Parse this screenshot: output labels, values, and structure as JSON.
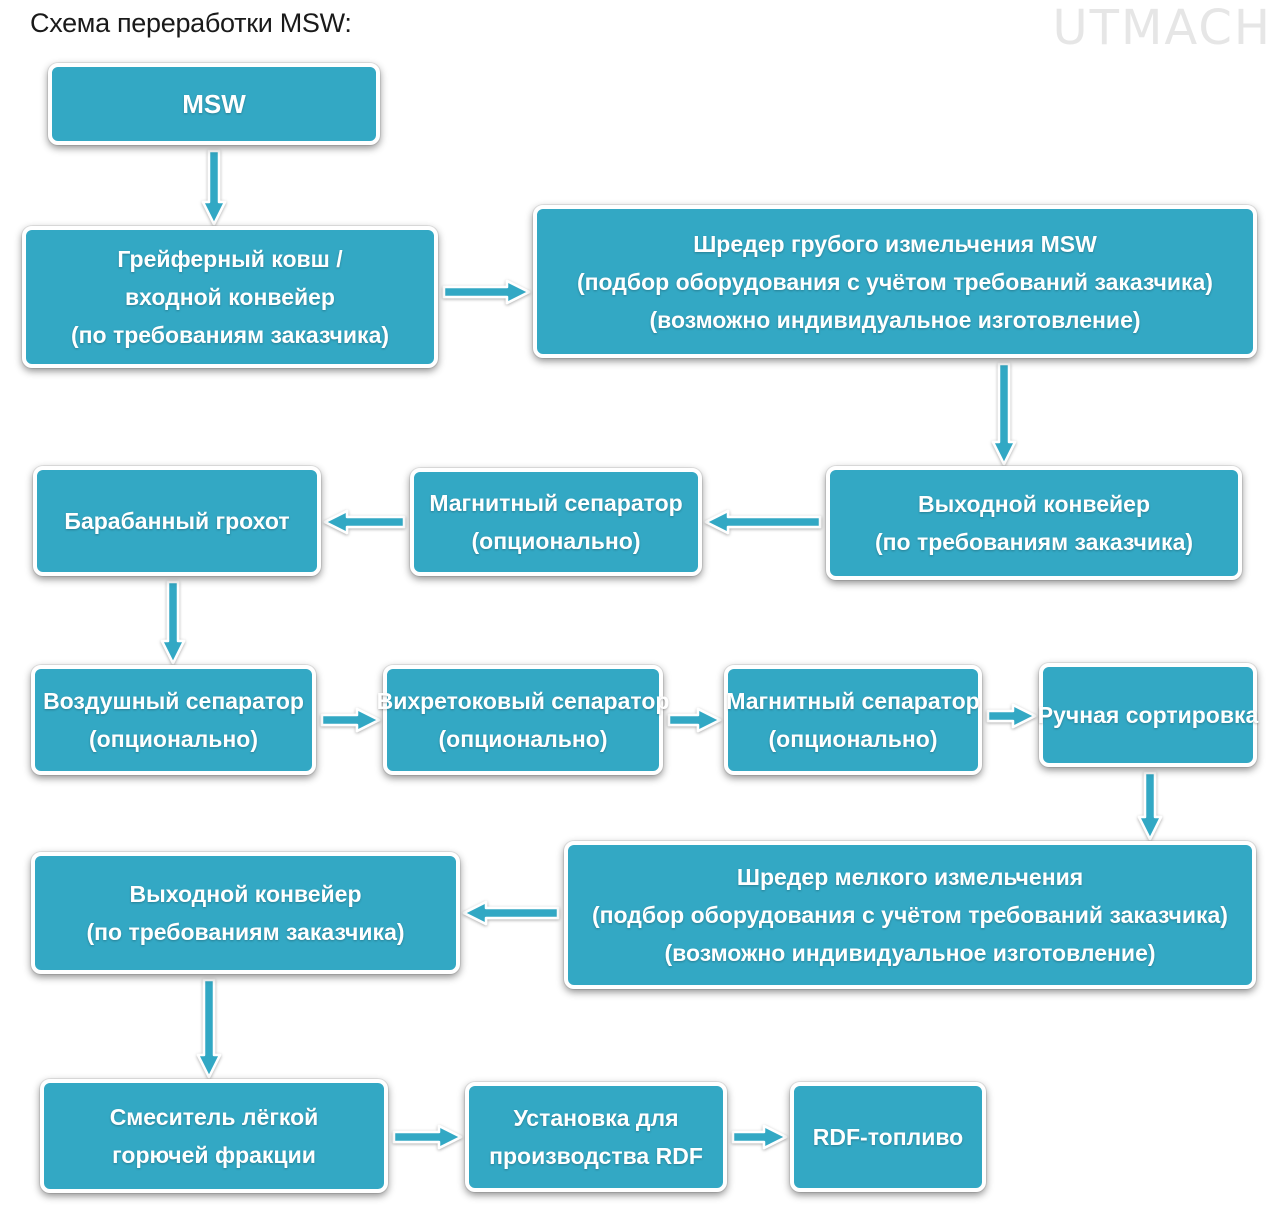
{
  "title": "Схема переработки MSW:",
  "watermark": "UTMACH",
  "colors": {
    "box_fill": "#33a8c4",
    "box_border": "#ffffff",
    "arrow": "#33a8c4"
  },
  "nodes": {
    "msw": {
      "lines": [
        "MSW"
      ]
    },
    "grab": {
      "lines": [
        "Грейферный ковш /",
        "входной конвейер",
        "(по требованиям заказчика)"
      ]
    },
    "coarse_shredder": {
      "lines": [
        "Шредер грубого измельчения MSW",
        "(подбор оборудования с учётом требований заказчика)",
        "(возможно индивидуальное изготовление)"
      ]
    },
    "out_conveyor_1": {
      "lines": [
        "Выходной конвейер",
        "(по требованиям заказчика)"
      ]
    },
    "magnetic_1": {
      "lines": [
        "Магнитный сепаратор",
        "(опционально)"
      ]
    },
    "drum_screen": {
      "lines": [
        "Барабанный грохот"
      ]
    },
    "air_separator": {
      "lines": [
        "Воздушный сепаратор",
        "(опционально)"
      ]
    },
    "eddy_separator": {
      "lines": [
        "Вихретоковый сепаратор",
        "(опционально)"
      ]
    },
    "magnetic_2": {
      "lines": [
        "Магнитный сепаратор",
        "(опционально)"
      ]
    },
    "manual_sorting": {
      "lines": [
        "Ручная сортировка"
      ]
    },
    "fine_shredder": {
      "lines": [
        "Шредер мелкого измельчения",
        "(подбор оборудования с учётом требований заказчика)",
        "(возможно индивидуальное изготовление)"
      ]
    },
    "out_conveyor_2": {
      "lines": [
        "Выходной конвейер",
        "(по требованиям заказчика)"
      ]
    },
    "mixer": {
      "lines": [
        "Смеситель лёгкой",
        "горючей фракции"
      ]
    },
    "rdf_plant": {
      "lines": [
        "Установка для",
        "производства RDF"
      ]
    },
    "rdf_fuel": {
      "lines": [
        "RDF-топливо"
      ]
    }
  },
  "edges": [
    [
      "msw",
      "grab"
    ],
    [
      "grab",
      "coarse_shredder"
    ],
    [
      "coarse_shredder",
      "out_conveyor_1"
    ],
    [
      "out_conveyor_1",
      "magnetic_1"
    ],
    [
      "magnetic_1",
      "drum_screen"
    ],
    [
      "drum_screen",
      "air_separator"
    ],
    [
      "air_separator",
      "eddy_separator"
    ],
    [
      "eddy_separator",
      "magnetic_2"
    ],
    [
      "magnetic_2",
      "manual_sorting"
    ],
    [
      "manual_sorting",
      "fine_shredder"
    ],
    [
      "fine_shredder",
      "out_conveyor_2"
    ],
    [
      "out_conveyor_2",
      "mixer"
    ],
    [
      "mixer",
      "rdf_plant"
    ],
    [
      "rdf_plant",
      "rdf_fuel"
    ]
  ]
}
